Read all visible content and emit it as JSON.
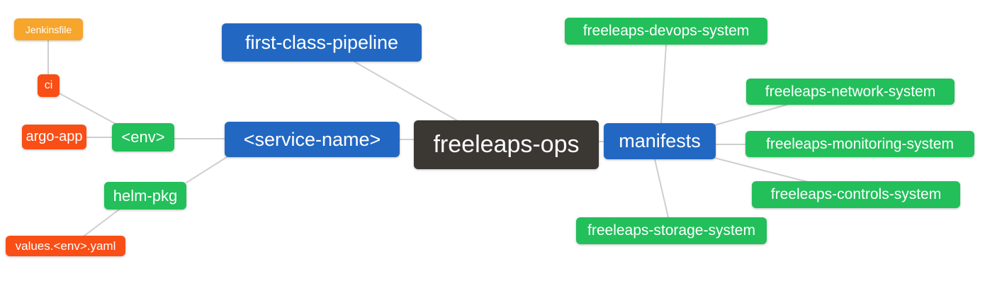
{
  "palette": {
    "blue": "#2268c3",
    "green": "#22bf5b",
    "red": "#f94e16",
    "orange": "#f7a52b",
    "dark": "#3b3733",
    "edge": "#cfcfcf",
    "background": "#ffffff",
    "node_text": "#ffffff"
  },
  "nodes": {
    "freeleaps_ops": {
      "label": "freeleaps-ops",
      "color": "dark"
    },
    "first_class_pipeline": {
      "label": "first-class-pipeline",
      "color": "blue"
    },
    "service_name": {
      "label": "<service-name>",
      "color": "blue"
    },
    "manifests": {
      "label": "manifests",
      "color": "blue"
    },
    "env": {
      "label": "<env>",
      "color": "green"
    },
    "helm_pkg": {
      "label": "helm-pkg",
      "color": "green"
    },
    "argo_app": {
      "label": "argo-app",
      "color": "red"
    },
    "ci": {
      "label": "ci",
      "color": "red"
    },
    "jenkinsfile": {
      "label": "Jenkinsfile",
      "color": "orange"
    },
    "values_env_yaml": {
      "label": "values.<env>.yaml",
      "color": "red"
    },
    "devops_system": {
      "label": "freeleaps-devops-system",
      "color": "green"
    },
    "network_system": {
      "label": "freeleaps-network-system",
      "color": "green"
    },
    "monitoring_system": {
      "label": "freeleaps-monitoring-system",
      "color": "green"
    },
    "controls_system": {
      "label": "freeleaps-controls-system",
      "color": "green"
    },
    "storage_system": {
      "label": "freeleaps-storage-system",
      "color": "green"
    }
  },
  "edges": [
    {
      "from": "jenkinsfile",
      "to": "ci"
    },
    {
      "from": "ci",
      "to": "env"
    },
    {
      "from": "argo_app",
      "to": "env"
    },
    {
      "from": "env",
      "to": "service_name"
    },
    {
      "from": "service_name",
      "to": "freeleaps_ops"
    },
    {
      "from": "first_class_pipeline",
      "to": "freeleaps_ops"
    },
    {
      "from": "service_name",
      "to": "helm_pkg"
    },
    {
      "from": "helm_pkg",
      "to": "values_env_yaml"
    },
    {
      "from": "freeleaps_ops",
      "to": "manifests"
    },
    {
      "from": "manifests",
      "to": "devops_system"
    },
    {
      "from": "manifests",
      "to": "network_system"
    },
    {
      "from": "manifests",
      "to": "monitoring_system"
    },
    {
      "from": "manifests",
      "to": "controls_system"
    },
    {
      "from": "manifests",
      "to": "storage_system"
    }
  ]
}
